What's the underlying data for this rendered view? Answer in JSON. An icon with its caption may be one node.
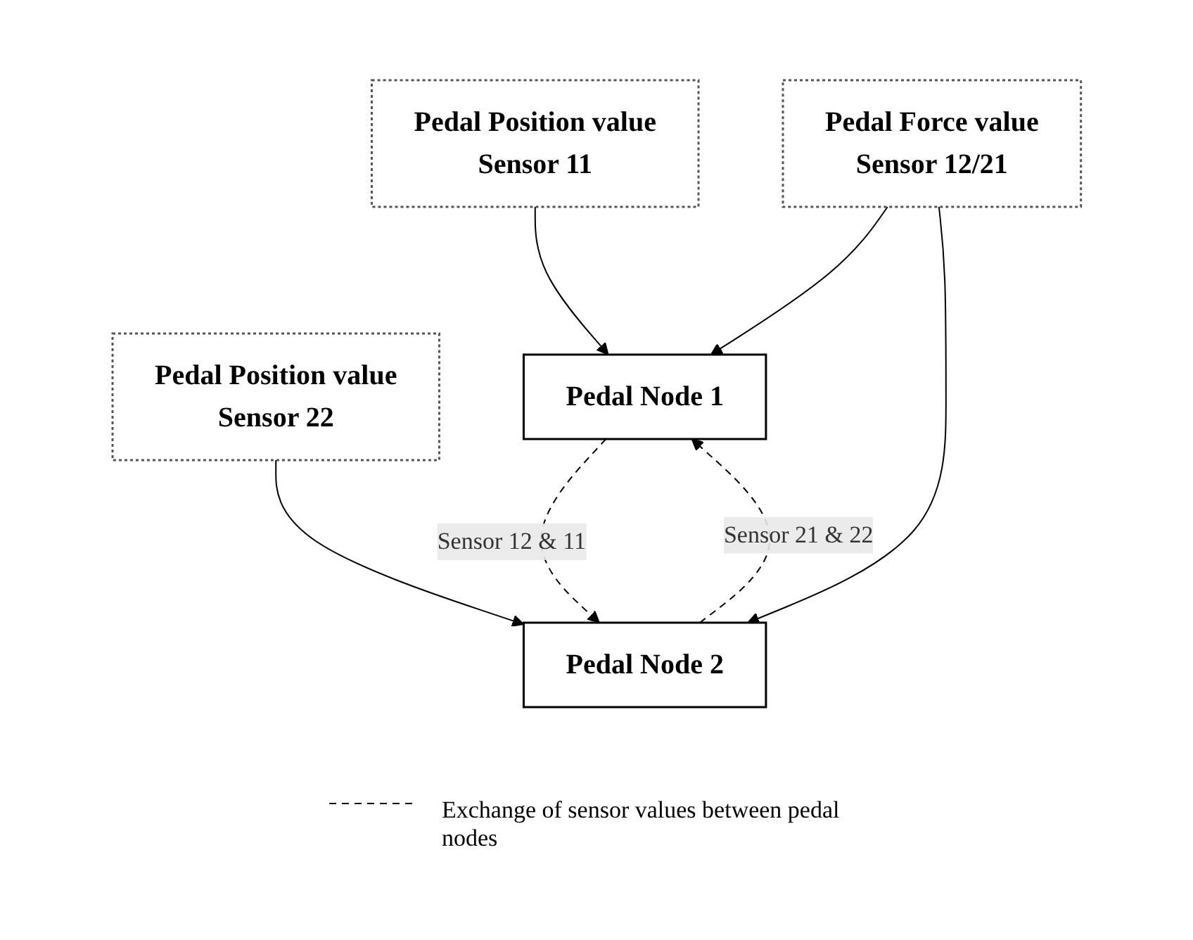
{
  "diagram": {
    "nodes": [
      {
        "text": [
          "Pedal Position value",
          "Sensor 11"
        ]
      },
      {
        "text": [
          "Pedal Force value",
          "Sensor 12/21"
        ]
      },
      {
        "text": [
          "Pedal Position value",
          "Sensor 22"
        ]
      },
      {
        "text": [
          "Pedal Node 1"
        ]
      },
      {
        "text": [
          "Pedal Node 2"
        ]
      }
    ],
    "edges": [
      {
        "from": 0,
        "to": 3,
        "arrow": "to"
      },
      {
        "from": 1,
        "to": 3,
        "arrow": "to"
      },
      {
        "from": 1,
        "to": 4,
        "arrow": "to"
      },
      {
        "from": 2,
        "to": 4,
        "arrow": "to"
      },
      {
        "from": 4,
        "to": 3,
        "arrow": "to",
        "label": "Sensor 21 & 22",
        "style": "dashed"
      },
      {
        "from": 3,
        "to": 4,
        "arrow": "to",
        "label": "Sensor 12 & 11",
        "style": "dashed"
      }
    ],
    "legend": [
      {
        "text": "Exchange of sensor values between pedal nodes"
      }
    ]
  }
}
